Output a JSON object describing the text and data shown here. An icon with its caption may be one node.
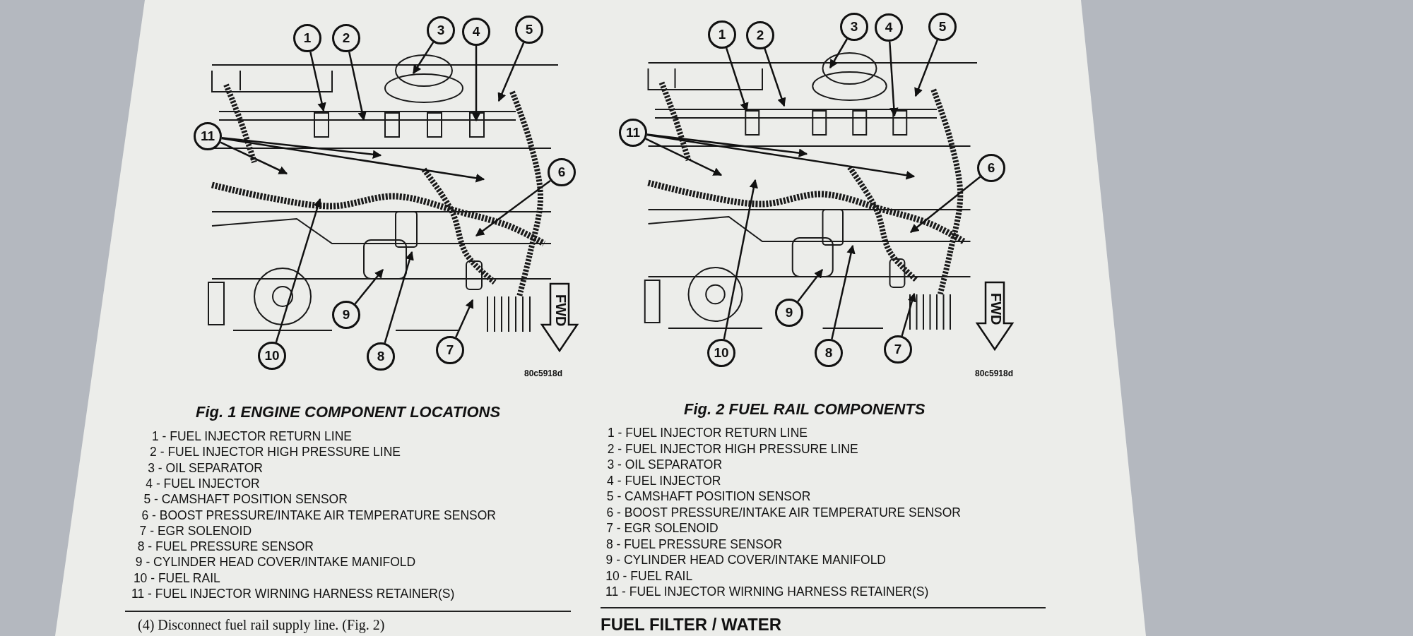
{
  "diagram": {
    "nodes": [
      {
        "text": [
          "1"
        ]
      },
      {
        "text": [
          "2"
        ]
      },
      {
        "text": [
          "3"
        ]
      },
      {
        "text": [
          "4"
        ]
      },
      {
        "text": [
          "5"
        ]
      },
      {
        "text": [
          "6"
        ]
      },
      {
        "text": [
          "7"
        ]
      },
      {
        "text": [
          "8"
        ]
      },
      {
        "text": [
          "9"
        ]
      },
      {
        "text": [
          "10"
        ]
      },
      {
        "text": [
          "11"
        ]
      },
      {
        "text": [
          "1"
        ]
      },
      {
        "text": [
          "2"
        ]
      },
      {
        "text": [
          "3"
        ]
      },
      {
        "text": [
          "4"
        ]
      },
      {
        "text": [
          "5"
        ]
      },
      {
        "text": [
          "6"
        ]
      },
      {
        "text": [
          "7"
        ]
      },
      {
        "text": [
          "8"
        ]
      },
      {
        "text": [
          "9"
        ]
      },
      {
        "text": [
          "10"
        ]
      },
      {
        "text": [
          "11"
        ]
      }
    ],
    "edges": [
      {
        "from": 0,
        "to": null,
        "arrow": "to"
      },
      {
        "from": 1,
        "to": null,
        "arrow": "to"
      },
      {
        "from": 2,
        "to": null,
        "arrow": "to"
      },
      {
        "from": 3,
        "to": null,
        "arrow": "to"
      },
      {
        "from": 4,
        "to": null,
        "arrow": "to"
      },
      {
        "from": 5,
        "to": null,
        "arrow": "to"
      },
      {
        "from": 6,
        "to": null,
        "arrow": "to"
      },
      {
        "from": 7,
        "to": null,
        "arrow": "to"
      },
      {
        "from": 8,
        "to": null,
        "arrow": "to"
      },
      {
        "from": 9,
        "to": null,
        "arrow": "to"
      },
      {
        "from": 10,
        "to": null,
        "arrow": "to"
      },
      {
        "from": 10,
        "to": null,
        "arrow": "to"
      },
      {
        "from": 10,
        "to": null,
        "arrow": "to"
      },
      {
        "from": 11,
        "to": null,
        "arrow": "to"
      },
      {
        "from": 12,
        "to": null,
        "arrow": "to"
      },
      {
        "from": 13,
        "to": null,
        "arrow": "to"
      },
      {
        "from": 14,
        "to": null,
        "arrow": "to"
      },
      {
        "from": 15,
        "to": null,
        "arrow": "to"
      },
      {
        "from": 16,
        "to": null,
        "arrow": "to"
      },
      {
        "from": 17,
        "to": null,
        "arrow": "to"
      },
      {
        "from": 18,
        "to": null,
        "arrow": "to"
      },
      {
        "from": 19,
        "to": null,
        "arrow": "to"
      },
      {
        "from": 20,
        "to": null,
        "arrow": "to"
      },
      {
        "from": 21,
        "to": null,
        "arrow": "to"
      },
      {
        "from": 21,
        "to": null,
        "arrow": "to"
      },
      {
        "from": 21,
        "to": null,
        "arrow": "to"
      }
    ],
    "labels": [
      "FWD",
      "80c5918d",
      "FWD",
      "80c5918d",
      "Fig. 1 ENGINE COMPONENT LOCATIONS",
      "1 - FUEL INJECTOR RETURN LINE",
      "2 - FUEL INJECTOR HIGH PRESSURE LINE",
      "3 - OIL SEPARATOR",
      "4 - FUEL INJECTOR",
      "5 - CAMSHAFT POSITION SENSOR",
      "6 - BOOST PRESSURE/INTAKE AIR TEMPERATURE SENSOR",
      "7 - EGR SOLENOID",
      "8 - FUEL PRESSURE SENSOR",
      "9 - CYLINDER HEAD COVER/INTAKE MANIFOLD",
      "10 - FUEL RAIL",
      "11 - FUEL INJECTOR WIRNING HARNESS RETAINER(S)",
      "Fig. 2 FUEL RAIL COMPONENTS",
      "1 - FUEL INJECTOR RETURN LINE",
      "2 - FUEL INJECTOR HIGH PRESSURE LINE",
      "3 - OIL SEPARATOR",
      "4 - FUEL INJECTOR",
      "5 - CAMSHAFT POSITION SENSOR",
      "6 - BOOST PRESSURE/INTAKE AIR TEMPERATURE SENSOR",
      "7 - EGR SOLENOID",
      "8 - FUEL PRESSURE SENSOR",
      "9 - CYLINDER HEAD COVER/INTAKE MANIFOLD",
      "10 - FUEL RAIL",
      "11 - FUEL INJECTOR WIRNING HARNESS RETAINER(S)",
      "(4) Disconnect fuel rail supply line. (Fig. 2)",
      "FUEL FILTER / WATER"
    ]
  }
}
